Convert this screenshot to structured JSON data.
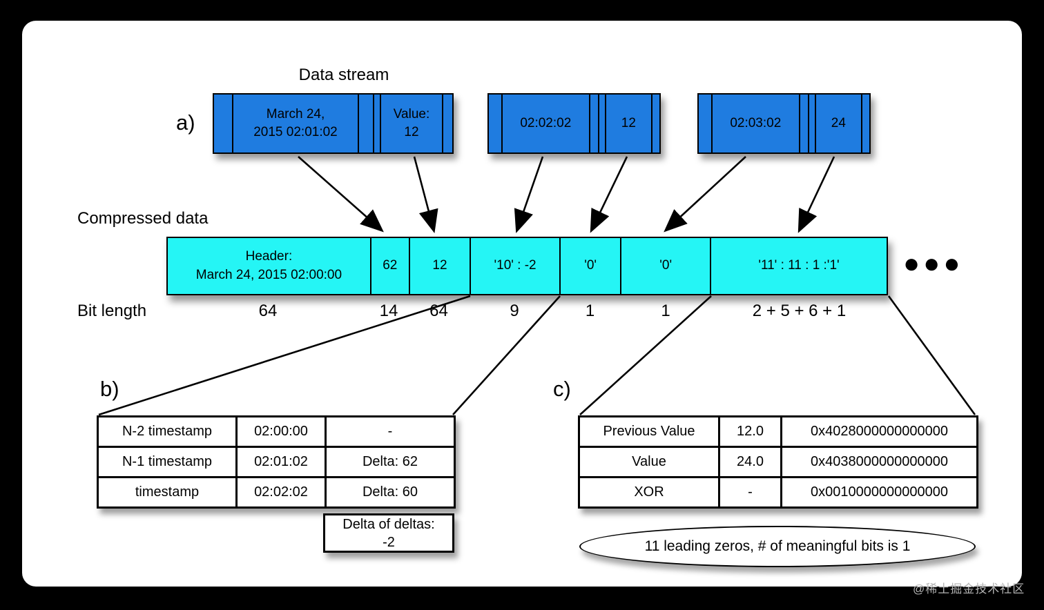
{
  "frame": {
    "watermark": "@稀土掘金技术社区"
  },
  "diagram": {
    "data_stream": {
      "title": "Data stream",
      "label": "a)",
      "boxes": [
        {
          "timestamp": "March 24,\n2015 02:01:02",
          "value": "Value:\n12"
        },
        {
          "timestamp": "02:02:02",
          "value": "12"
        },
        {
          "timestamp": "02:03:02",
          "value": "24"
        }
      ]
    },
    "compressed": {
      "label": "Compressed data",
      "cells": [
        "Header:\nMarch 24, 2015 02:00:00",
        "62",
        "12",
        "'10' : -2",
        "'0'",
        "'0'",
        "'11' : 11 : 1 :'1'"
      ],
      "ellipsis": "●●●"
    },
    "bit_length": {
      "label": "Bit length",
      "values": [
        "64",
        "14",
        "64",
        "9",
        "1",
        "1",
        "2 + 5 + 6 + 1"
      ]
    },
    "timestamp_table": {
      "label": "b)",
      "rows": [
        [
          "N-2 timestamp",
          "02:00:00",
          "-"
        ],
        [
          "N-1 timestamp",
          "02:01:02",
          "Delta: 62"
        ],
        [
          "timestamp",
          "02:02:02",
          "Delta: 60"
        ]
      ],
      "delta_of_deltas": "Delta of deltas:\n-2"
    },
    "value_table": {
      "label": "c)",
      "rows": [
        [
          "Previous Value",
          "12.0",
          "0x4028000000000000"
        ],
        [
          "Value",
          "24.0",
          "0x4038000000000000"
        ],
        [
          "XOR",
          "-",
          "0x0010000000000000"
        ]
      ],
      "note": "11 leading zeros, # of meaningful bits is 1"
    },
    "colors": {
      "stream_blue": "#1f7ce0",
      "compressed_cyan": "#25f5f5",
      "background": "#ffffff",
      "frame": "#000000"
    }
  }
}
